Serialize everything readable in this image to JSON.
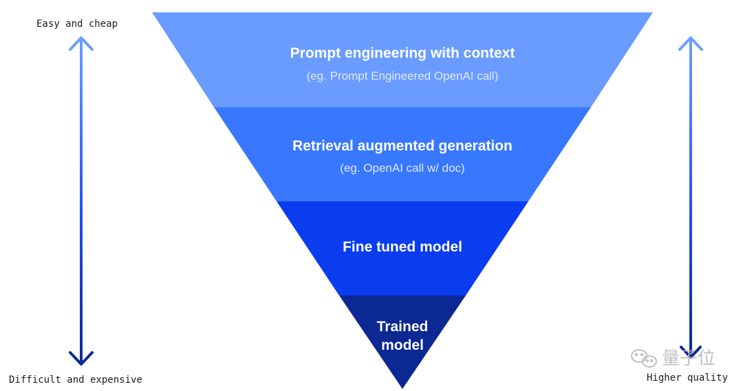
{
  "left_axis": {
    "top_label": "Easy and cheap",
    "bottom_label": "Difficult and expensive"
  },
  "right_axis": {
    "bottom_label": "Higher quality"
  },
  "layers": [
    {
      "title": "Prompt engineering with context",
      "subtitle": "(eg. Prompt Engineered OpenAI call)",
      "color": "#6a9cff"
    },
    {
      "title": "Retrieval augmented generation",
      "subtitle": "(eg. OpenAI call w/ doc)",
      "color": "#3878ff"
    },
    {
      "title": "Fine tuned model",
      "color": "#0a3df0"
    },
    {
      "title_line1": "Trained",
      "title_line2": "model",
      "color": "#0b2893"
    }
  ],
  "watermark": {
    "text": "量子位",
    "icon": "wechat-icon"
  }
}
